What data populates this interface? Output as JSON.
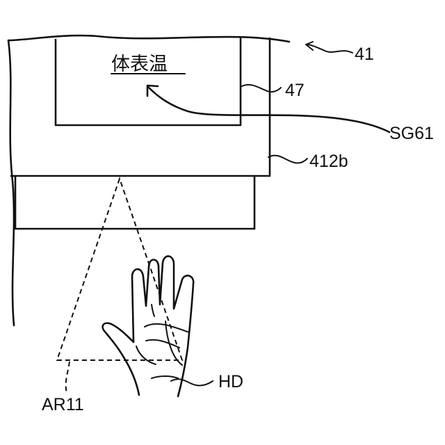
{
  "screen_text": "体表温",
  "labels": {
    "device": "41",
    "display": "47",
    "signal": "SG61",
    "sensor": "412b",
    "hand": "HD",
    "area": "AR11"
  }
}
